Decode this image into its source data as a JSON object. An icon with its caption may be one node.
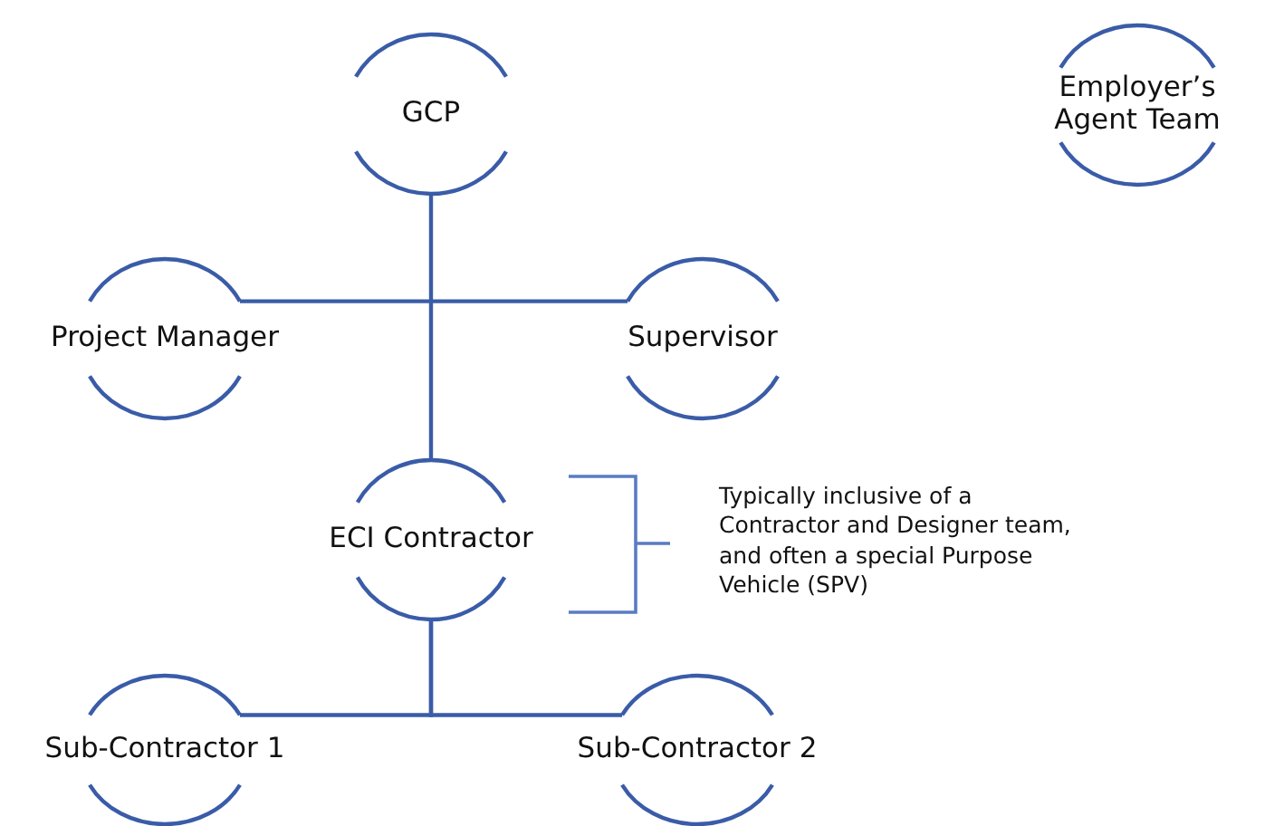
{
  "diagram": {
    "nodes": [
      {
        "text": [
          "GCP"
        ]
      },
      {
        "text": [
          "Employer’s Agent Team"
        ]
      },
      {
        "text": [
          "Project Manager"
        ]
      },
      {
        "text": [
          "Supervisor"
        ]
      },
      {
        "text": [
          "ECI Contractor"
        ]
      },
      {
        "text": [
          "Sub-Contractor 1"
        ]
      },
      {
        "text": [
          "Sub-Contractor 2"
        ]
      }
    ],
    "edges": [
      {
        "from": 0,
        "to": 4,
        "arrow": "none"
      },
      {
        "from": 2,
        "to": 3,
        "arrow": "none"
      },
      {
        "from": 4,
        "to": 5,
        "arrow": "none"
      },
      {
        "from": 4,
        "to": 6,
        "arrow": "none"
      }
    ],
    "labels": [
      "Typically inclusive of a Contractor and Designer team, and often a special Purpose Vehicle (SPV)"
    ]
  }
}
